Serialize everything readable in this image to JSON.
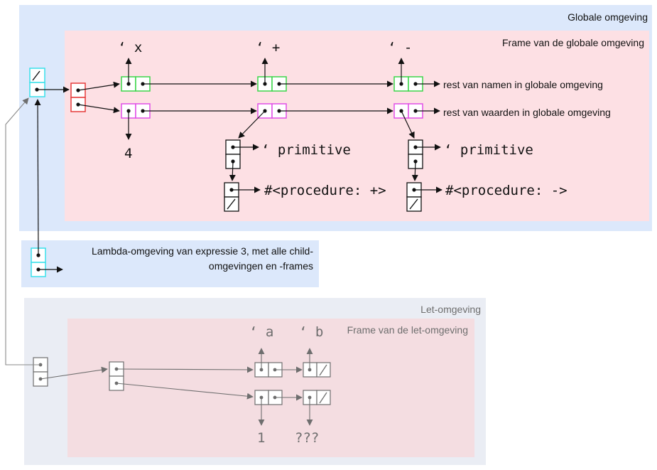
{
  "global_env": {
    "title": "Globale omgeving",
    "frame_title": "Frame van de globale omgeving",
    "symbols": [
      "‘ x",
      "‘ +",
      "‘ -"
    ],
    "rest_names": "rest van namen in globale omgeving",
    "rest_values": "rest van waarden in globale omgeving",
    "value_x": "4",
    "tag_plus": "‘ primitive",
    "tag_minus": "‘ primitive",
    "proc_plus": "#<procedure: +>",
    "proc_minus": "#<procedure: ->",
    "null_mark": "/"
  },
  "lambda_env": {
    "line1": "Lambda-omgeving van expressie 3, met alle child-",
    "line2": "omgevingen en -frames"
  },
  "let_env": {
    "title": "Let-omgeving",
    "frame_title": "Frame van de let-omgeving",
    "symbols": [
      "‘ a",
      "‘ b"
    ],
    "value_a": "1",
    "value_b": "???"
  },
  "colors": {
    "env_background": "#dce8fb",
    "frame_background": "#fde0e4",
    "let_env_background": "#eaedf4",
    "let_frame_background": "#f4dde1",
    "env_box": "#39e0ea",
    "frame_box": "#e53a3a",
    "names_list": "#3cd64a",
    "values_list": "#e14fe6",
    "inactive": "#6e6e6e"
  }
}
